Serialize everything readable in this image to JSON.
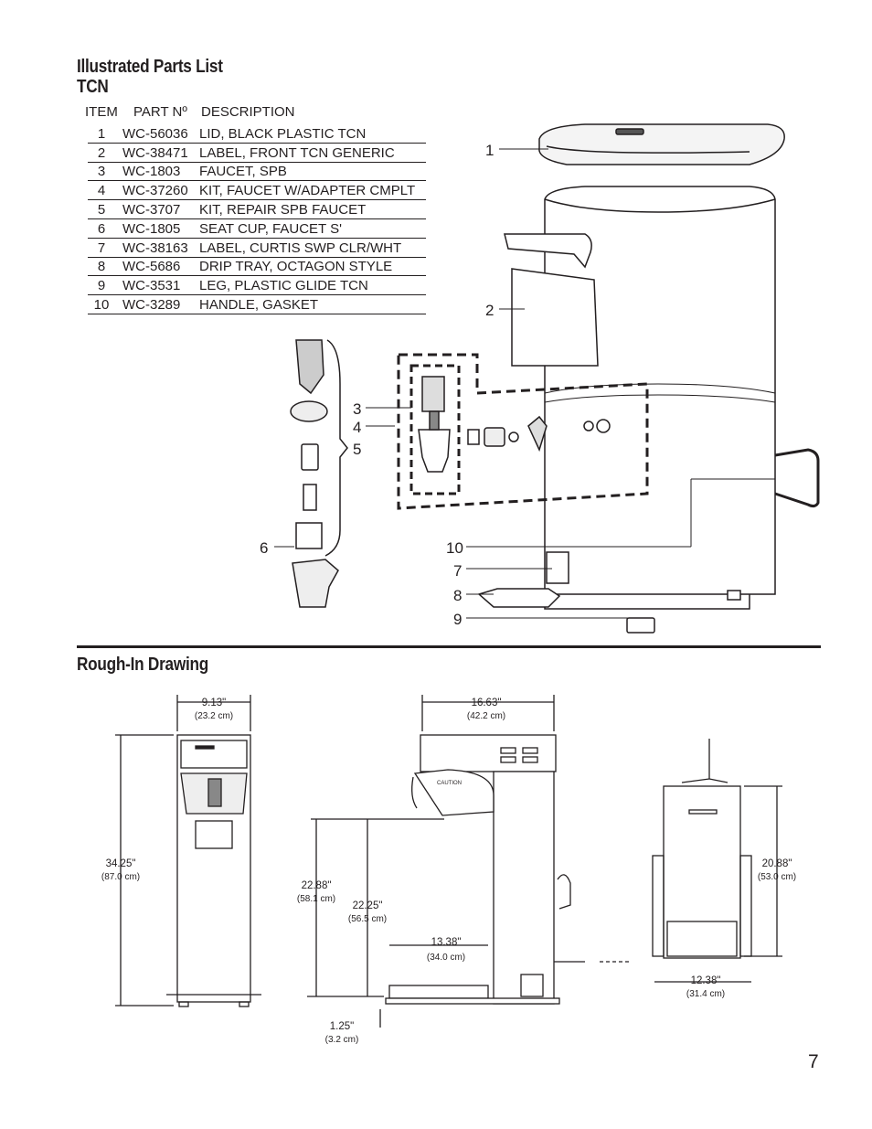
{
  "heading": {
    "title": "Illustrated Parts List",
    "model": "TCN",
    "rough_in": "Rough-In Drawing"
  },
  "table": {
    "headers": [
      "ITEM",
      "PART Nº",
      "DESCRIPTION"
    ],
    "rows": [
      {
        "item": "1",
        "part": "WC-56036",
        "desc": "LID, BLACK PLASTIC TCN"
      },
      {
        "item": "2",
        "part": "WC-38471",
        "desc": "LABEL, FRONT TCN GENERIC"
      },
      {
        "item": "3",
        "part": "WC-1803",
        "desc": "FAUCET, SPB"
      },
      {
        "item": "4",
        "part": "WC-37260",
        "desc": "KIT, FAUCET W/ADAPTER CMPLT"
      },
      {
        "item": "5",
        "part": "WC-3707",
        "desc": "KIT, REPAIR SPB FAUCET"
      },
      {
        "item": "6",
        "part": "WC-1805",
        "desc": "SEAT CUP, FAUCET S'"
      },
      {
        "item": "7",
        "part": "WC-38163",
        "desc": "LABEL, CURTIS SWP CLR/WHT"
      },
      {
        "item": "8",
        "part": "WC-5686",
        "desc": "DRIP TRAY, OCTAGON STYLE"
      },
      {
        "item": "9",
        "part": "WC-3531",
        "desc": "LEG, PLASTIC GLIDE TCN"
      },
      {
        "item": "10",
        "part": "WC-3289",
        "desc": "HANDLE, GASKET"
      }
    ]
  },
  "callouts": [
    "1",
    "2",
    "3",
    "4",
    "5",
    "6",
    "10",
    "7",
    "8",
    "9"
  ],
  "dimensions": {
    "d1": {
      "in": "9.13\"",
      "cm": "(23.2 cm)"
    },
    "d2": {
      "in": "34.25\"",
      "cm": "(87.0 cm)"
    },
    "d3": {
      "in": "16.63\"",
      "cm": "(42.2 cm)"
    },
    "d4": {
      "in": "22.88\"",
      "cm": "(58.1 cm)"
    },
    "d5": {
      "in": "22.25\"",
      "cm": "(56.5 cm)"
    },
    "d6": {
      "in": "13.38\"",
      "cm": "(34.0 cm)"
    },
    "d7": {
      "in": "1.25\"",
      "cm": "(3.2 cm)"
    },
    "d8": {
      "in": "20.88\"",
      "cm": "(53.0 cm)"
    },
    "d9": {
      "in": "12.38\"",
      "cm": "(31.4 cm)"
    }
  },
  "brewer_label": "CAUTION",
  "page_number": "7"
}
